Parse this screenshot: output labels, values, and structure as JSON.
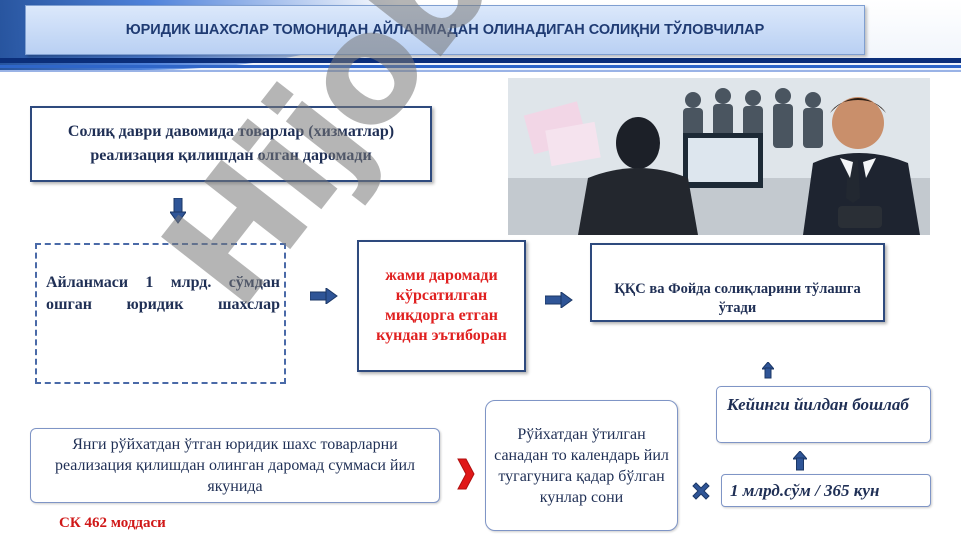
{
  "header": {
    "title": "ЮРИДИК ШАХСЛАР ТОМОНИДАН АЙЛАНМАДАН ОЛИНАДИГАН СОЛИҚНИ ТЎЛОВЧИЛАР"
  },
  "boxes": {
    "period_revenue": "Солиқ даври давомида товарлар (хизматлар) реализация қилишдан олган даромади",
    "turnover_threshold": "Айланмаси 1 млрд. сўмдан ошган юридик шахслар",
    "income_reached": "жами даромади кўрсатилган миқдорга етган кундан эътиборан",
    "vat_profit_tax": "ҚҚС ва Фойда солиқларини тўлашга ўтади",
    "next_year": "Кейинги йилдан бошлаб",
    "threshold_daily": "1 млрд.сўм / 365 кун",
    "registration_days": "Рўйхатдан ўтилган санадан то календарь йил тугагунига қадар бўлган кунлар сони",
    "new_entities": "Янги рўйхатдан ўтган юридик шахс товарларни реализация қилишдан олинган даромад суммаси йил якунида"
  },
  "note": "СК 462 моддаси",
  "watermark": "Hijob",
  "colors": {
    "navy": "#1f2f55",
    "border": "#2e4a7e",
    "accent_red": "#e02020",
    "arrow_blue": "#2f5597",
    "title_bg": "#c9dbf6"
  },
  "icons": [
    "down-arrow-icon",
    "right-arrow-icon",
    "up-arrow-icon",
    "chevron-right-icon",
    "cross-icon"
  ]
}
